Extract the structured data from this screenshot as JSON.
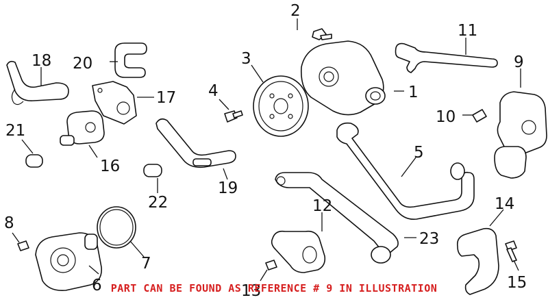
{
  "callouts": {
    "c1": "1",
    "c2": "2",
    "c3": "3",
    "c4": "4",
    "c5": "5",
    "c6": "6",
    "c7": "7",
    "c8": "8",
    "c9": "9",
    "c10": "10",
    "c11": "11",
    "c12": "12",
    "c13": "13",
    "c14": "14",
    "c15": "15",
    "c16": "16",
    "c17": "17",
    "c18": "18",
    "c19": "19",
    "c20": "20",
    "c21": "21",
    "c22": "22",
    "c23": "23"
  },
  "footer_note": "PART CAN BE FOUND AS REFERENCE # 9 IN ILLUSTRATION",
  "colors": {
    "footer": "#d61f1f",
    "line": "#111111"
  }
}
